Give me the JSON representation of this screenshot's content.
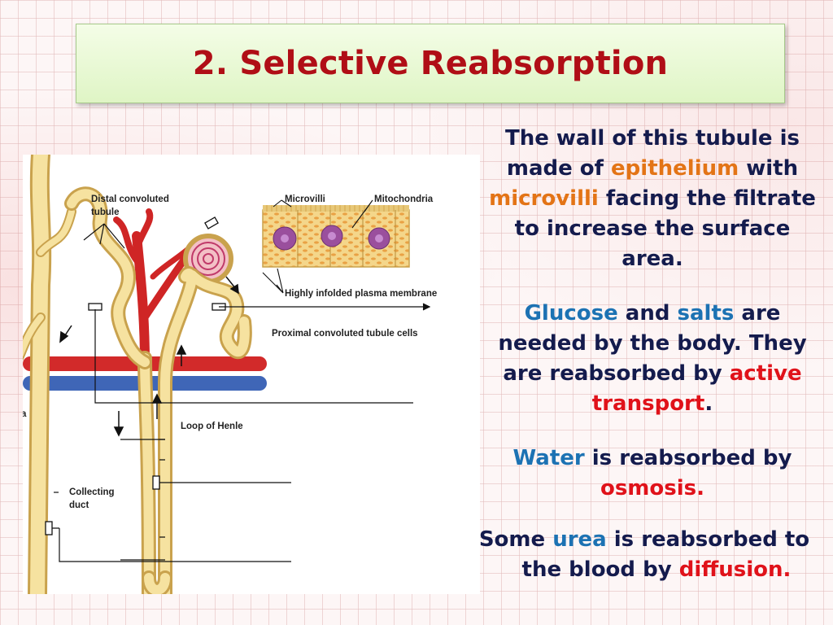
{
  "slide": {
    "title": "2. Selective Reabsorption"
  },
  "diagram": {
    "labels": {
      "distal": [
        "Distal convoluted",
        "tubule"
      ],
      "microvilli": "Microvilli",
      "mitochondria": "Mitochondria",
      "plasma": "Highly infolded plasma membrane",
      "proximal": "Proximal convoluted tubule cells",
      "loop": "Loop of Henle",
      "collecting": [
        "Collecting",
        "duct"
      ],
      "edge_a": "a"
    }
  },
  "paragraphs": {
    "p1": {
      "a": "The wall of this tubule is",
      "b1": "made of ",
      "b_epithelium": "epithelium",
      "b2": " with",
      "c_microvilli": "microvilli",
      "c2": " facing the filtrate",
      "d": "to increase the surface",
      "e": "area."
    },
    "p2": {
      "glucose": "Glucose",
      "and": " and ",
      "salts": "salts",
      "are": " are",
      "b": "needed by the body. They",
      "c1": "are reabsorbed by ",
      "active": "active",
      "transport": "transport",
      "dot": "."
    },
    "p3": {
      "water": "Water",
      "a2": " is reabsorbed by",
      "osmosis": "osmosis."
    },
    "p4": {
      "a1": "Some ",
      "urea": "urea",
      "a2": " is reabsorbed to",
      "b1": "the blood by ",
      "diffusion": "diffusion."
    }
  }
}
